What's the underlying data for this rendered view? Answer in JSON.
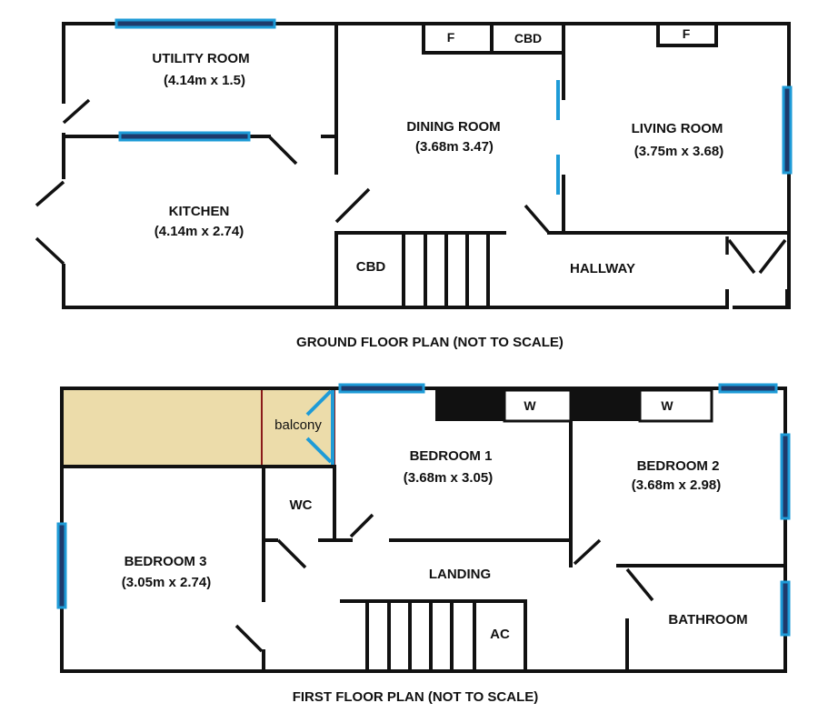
{
  "colors": {
    "wall": "#111111",
    "window": "#1e9bd7",
    "balcony_fill": "#ecdcaa",
    "balcony_outline": "#8b1a1a"
  },
  "ground_floor": {
    "caption": "GROUND FLOOR PLAN (NOT TO SCALE)",
    "rooms": {
      "utility_name": "UTILITY ROOM",
      "utility_dims": "(4.14m x 1.5)",
      "kitchen_name": "KITCHEN",
      "kitchen_dims": "(4.14m x 2.74)",
      "dining_name": "DINING ROOM",
      "dining_dims": "(3.68m 3.47)",
      "living_name": "LIVING ROOM",
      "living_dims": "(3.75m x 3.68)",
      "hallway_name": "HALLWAY",
      "cbd_under_stairs": "CBD",
      "cbd_top": "CBD",
      "f_dining": "F",
      "f_living": "F"
    }
  },
  "first_floor": {
    "caption": "FIRST FLOOR PLAN (NOT TO SCALE)",
    "rooms": {
      "balcony_name": "balcony",
      "bed1_name": "BEDROOM 1",
      "bed1_dims": "(3.68m x 3.05)",
      "bed2_name": "BEDROOM 2",
      "bed2_dims": "(3.68m x 2.98)",
      "bed3_name": "BEDROOM 3",
      "bed3_dims": "(3.05m x 2.74)",
      "wc_name": "WC",
      "landing_name": "LANDING",
      "ac_name": "AC",
      "bathroom_name": "BATHROOM",
      "w1": "W",
      "w2": "W"
    }
  }
}
